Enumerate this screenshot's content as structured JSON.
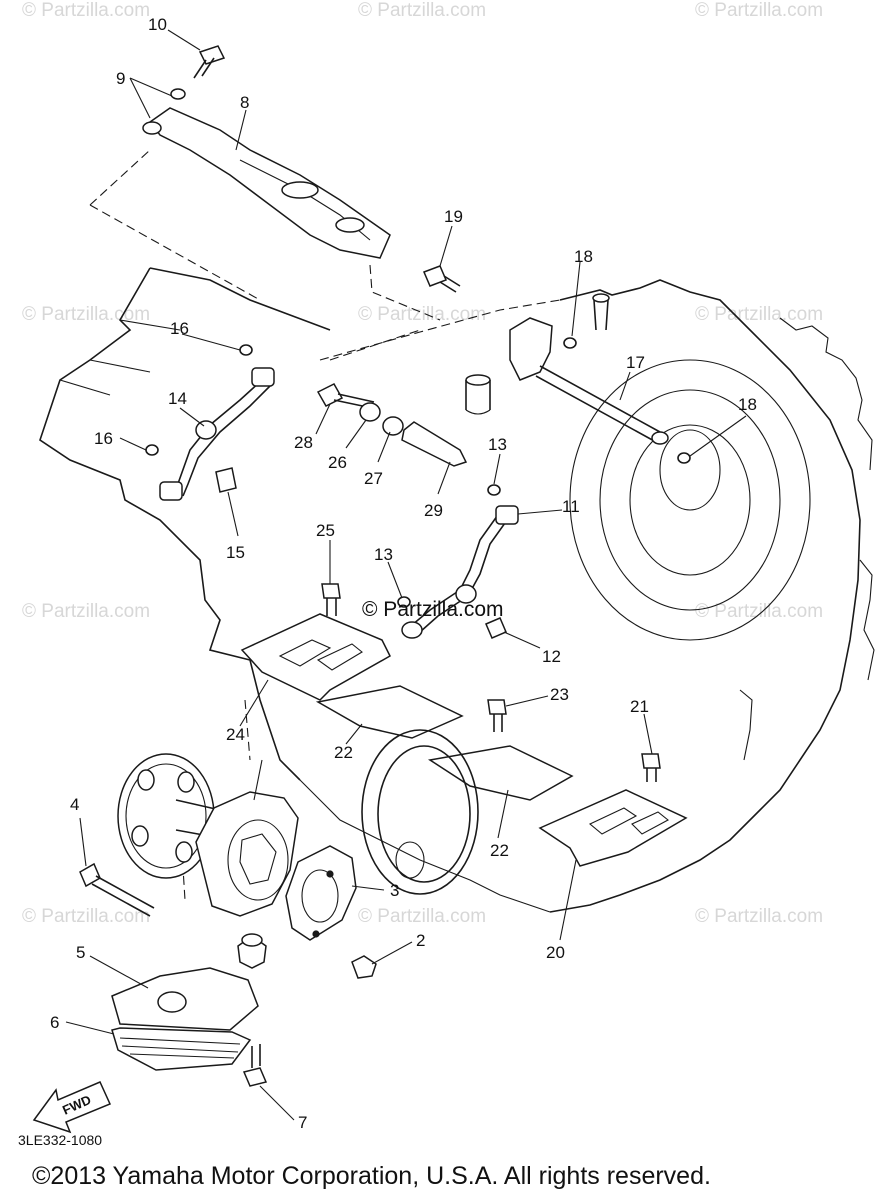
{
  "watermark_text": "© Partzilla.com",
  "center_watermark": "© Partzilla.com",
  "diagram_code": "3LE332-1080",
  "fwd_label": "FWD",
  "copyright": "©2013 Yamaha Motor Corporation, U.S.A. All rights reserved.",
  "callouts": [
    "10",
    "9",
    "8",
    "19",
    "18",
    "16",
    "14",
    "16",
    "28",
    "26",
    "27",
    "17",
    "18",
    "13",
    "29",
    "15",
    "11",
    "25",
    "13",
    "12",
    "23",
    "24",
    "21",
    "22",
    "4",
    "22",
    "3",
    "20",
    "5",
    "2",
    "6",
    "7"
  ]
}
